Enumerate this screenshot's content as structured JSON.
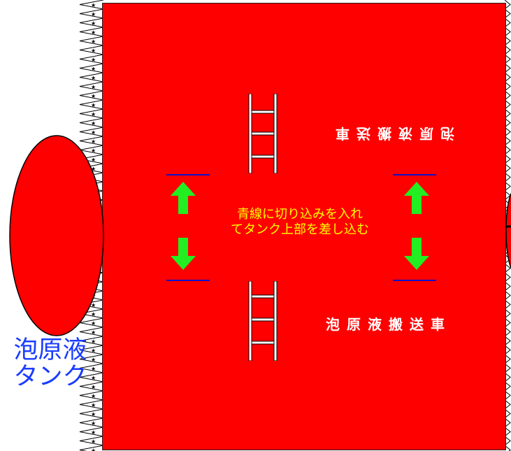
{
  "tank": {
    "label": "泡原液\nタンク"
  },
  "trucks": {
    "top_label": "泡原液搬送車",
    "bottom_label": "泡原液搬送車"
  },
  "instruction": {
    "text": "青線に切り込みを入れ\nてタンク上部を差し込む"
  },
  "colors": {
    "sheet": "#ff0000",
    "tank_label": "#1a3cff",
    "instruction": "#ffff00",
    "truck_label": "#ffffff",
    "cut_line": "#1010c8",
    "arrow": "#22ee22"
  },
  "icons": {
    "up_arrow": "arrow-up-icon",
    "down_arrow": "arrow-down-icon",
    "ladder": "ladder-icon",
    "fold_edge": "triangle-edge-pattern"
  }
}
